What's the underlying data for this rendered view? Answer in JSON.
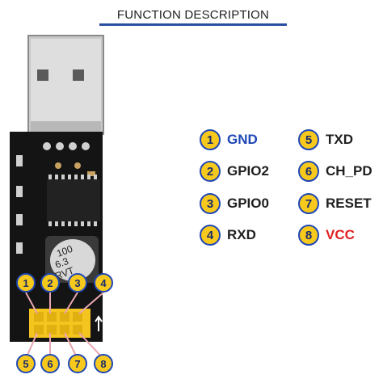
{
  "title": "FUNCTION DESCRIPTION",
  "colors": {
    "badge_fill": "#f7c91d",
    "badge_border": "#1f47b5",
    "gnd_text": "#1f47b5",
    "vcc_text": "#e02020",
    "board": "#141414",
    "pin_header": "#f4c51f"
  },
  "pins": [
    {
      "num": "1",
      "label": "GND",
      "color": "#1f47b5"
    },
    {
      "num": "2",
      "label": "GPIO2",
      "color": "#1f1f1f"
    },
    {
      "num": "3",
      "label": "GPIO0",
      "color": "#1f1f1f"
    },
    {
      "num": "4",
      "label": "RXD",
      "color": "#1f1f1f"
    },
    {
      "num": "5",
      "label": "TXD",
      "color": "#1f1f1f"
    },
    {
      "num": "6",
      "label": "CH_PD",
      "color": "#1f1f1f"
    },
    {
      "num": "7",
      "label": "RESET",
      "color": "#1f1f1f"
    },
    {
      "num": "8",
      "label": "VCC",
      "color": "#e02020"
    }
  ],
  "capacitor_text": [
    "100",
    "6.3",
    "RVT"
  ]
}
